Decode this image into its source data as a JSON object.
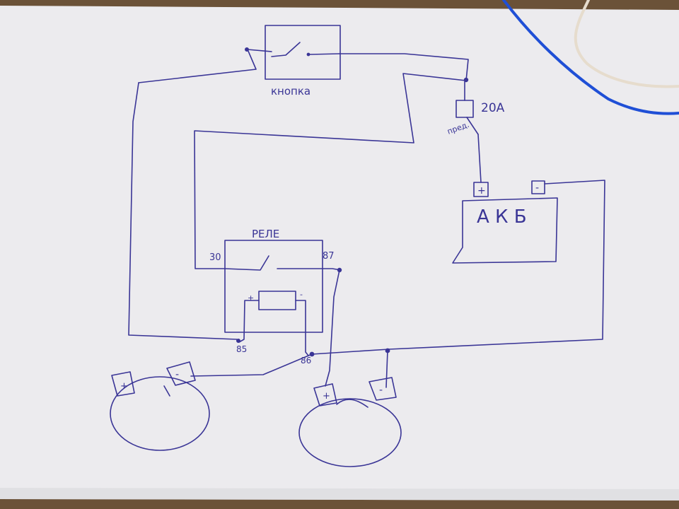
{
  "colors": {
    "ink": "#3a3596",
    "paper": "#ecebee",
    "desk": "#6b5238",
    "wire_blue": "#1f4fd6",
    "wire_white": "#e6dccd"
  },
  "labels": {
    "button": "кнопка",
    "fuse_rating": "20А",
    "fuse": "пред.",
    "battery": "А К Б",
    "battery_plus": "+",
    "battery_minus": "-",
    "relay": "РЕЛЕ",
    "pin_30": "30",
    "pin_87": "87",
    "pin_85": "85",
    "pin_86": "86",
    "coil_plus": "+",
    "coil_minus": "-",
    "horn_left_plus": "+",
    "horn_left_minus": "-",
    "horn_right_plus": "+",
    "horn_right_minus": "-"
  }
}
